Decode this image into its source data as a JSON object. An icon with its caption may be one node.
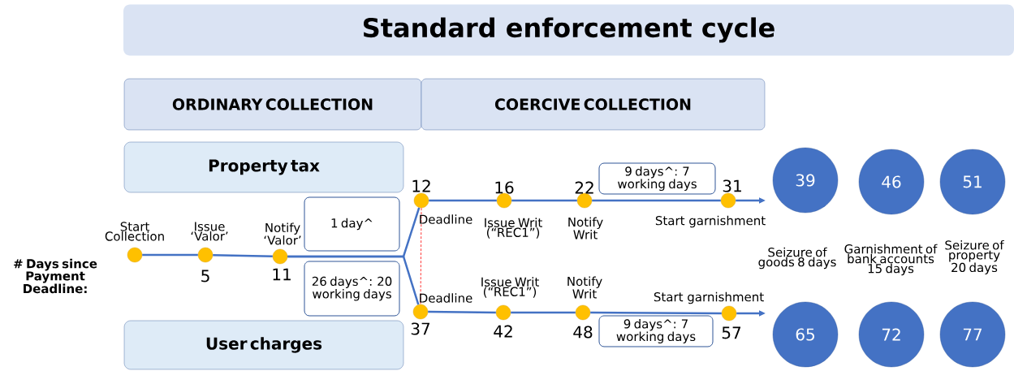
{
  "diagram": {
    "title": "Standard enforcement cycle",
    "nodes": [
      {
        "text": [
          "ORDINARY COLLECTION"
        ]
      },
      {
        "text": [
          "COERCIVE COLLECTION"
        ]
      },
      {
        "text": [
          "Property tax"
        ]
      },
      {
        "text": [
          "User charges"
        ]
      },
      {
        "text": [
          "1 day^"
        ]
      },
      {
        "text": [
          "26 days^: 20 working days"
        ]
      },
      {
        "text": [
          "9 days^: 7 working days"
        ]
      },
      {
        "text": [
          "9 days^: 7 working days"
        ]
      },
      {
        "text": [
          "39"
        ]
      },
      {
        "text": [
          "46"
        ]
      },
      {
        "text": [
          "51"
        ]
      },
      {
        "text": [
          "65"
        ]
      },
      {
        "text": [
          "72"
        ]
      },
      {
        "text": [
          "77"
        ]
      },
      {
        "text": [],
        "shape": "circle",
        "beside": [
          "Start Collection"
        ]
      },
      {
        "text": [],
        "shape": "circle",
        "beside": [
          "Issue ‘Valor’",
          "5"
        ]
      },
      {
        "text": [],
        "shape": "circle",
        "beside": [
          "Notify ‘Valor’",
          "11"
        ]
      },
      {
        "text": [],
        "shape": "circle",
        "beside": [
          "12",
          "Deadline"
        ]
      },
      {
        "text": [],
        "shape": "circle",
        "beside": [
          "16",
          "Issue Writ (“REC1”)"
        ]
      },
      {
        "text": [],
        "shape": "circle",
        "beside": [
          "22",
          "Notify Writ"
        ]
      },
      {
        "text": [],
        "shape": "circle",
        "beside": [
          "31",
          "Start garnishment"
        ]
      },
      {
        "text": [],
        "shape": "circle",
        "beside": [
          "Deadline",
          "37"
        ]
      },
      {
        "text": [],
        "shape": "circle",
        "beside": [
          "Issue Writ (“REC1”)",
          "42"
        ]
      },
      {
        "text": [],
        "shape": "circle",
        "beside": [
          "Notify Writ",
          "48"
        ]
      },
      {
        "text": [],
        "shape": "circle",
        "beside": [
          "Start garnishment",
          "57"
        ]
      }
    ],
    "edges": [
      {
        "from": 14,
        "to": 15,
        "arrow": "none"
      },
      {
        "from": 15,
        "to": 16,
        "arrow": "none"
      },
      {
        "from": 16,
        "to": 17,
        "arrow": "none"
      },
      {
        "from": 16,
        "to": 21,
        "arrow": "none"
      },
      {
        "from": 17,
        "to": 18,
        "arrow": "none"
      },
      {
        "from": 18,
        "to": 19,
        "arrow": "none"
      },
      {
        "from": 19,
        "to": 20,
        "arrow": "none"
      },
      {
        "from": 20,
        "to": null,
        "arrow": "to"
      },
      {
        "from": 21,
        "to": 22,
        "arrow": "none"
      },
      {
        "from": 22,
        "to": 23,
        "arrow": "none"
      },
      {
        "from": 23,
        "to": 24,
        "arrow": "none"
      },
      {
        "from": 24,
        "to": null,
        "arrow": "to"
      },
      {
        "from": 17,
        "to": 21,
        "arrow": "none",
        "style": "dashed",
        "color": "#ff0000"
      }
    ],
    "labels": [
      "# Days since Payment Deadline:",
      "Seizure of goods 8 days",
      "Garnishment of bank accounts 15 days",
      "Seizure of property 20 days"
    ]
  }
}
